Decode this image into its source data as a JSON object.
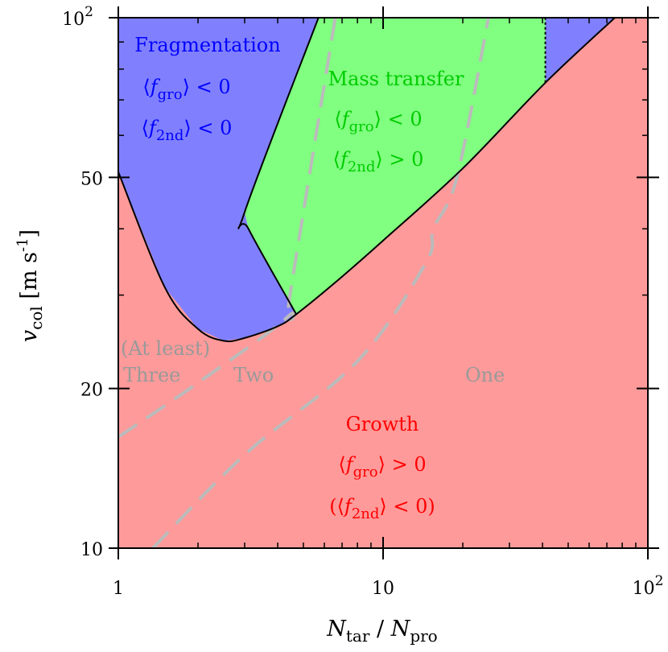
{
  "chart_data": {
    "type": "area",
    "xlabel": {
      "main": "N",
      "sub1": "tar",
      "sep": " / ",
      "main2": "N",
      "sub2": "pro"
    },
    "ylabel": {
      "main": "v",
      "sub": "col",
      "unit": " [m s",
      "exp": "-1",
      "close": "]"
    },
    "x_scale": "log",
    "y_scale": "log",
    "xlim": [
      1,
      100
    ],
    "ylim": [
      10,
      100
    ],
    "x_ticks": [
      {
        "value": 1,
        "label": "1"
      },
      {
        "value": 10,
        "label": "10"
      },
      {
        "value": 100,
        "label": "10",
        "exp": "2"
      }
    ],
    "y_ticks": [
      {
        "value": 10,
        "label": "10"
      },
      {
        "value": 20,
        "label": "20"
      },
      {
        "value": 50,
        "label": "50"
      },
      {
        "value": 100,
        "label": "10",
        "exp": "2"
      }
    ],
    "colors": {
      "growth": "#ff9a9a",
      "fragmentation": "#8080ff",
      "mass_transfer": "#80ff80",
      "dash": "#bbbbbb",
      "growth_text": "#ff0000",
      "frag_text": "#0000ff",
      "mt_text": "#00cc00",
      "count_text": "#999999"
    },
    "regions": [
      {
        "id": "fragmentation",
        "labels": [
          "Fragmentation",
          "⟨fgro⟩ < 0",
          "⟨f2nd⟩ < 0"
        ],
        "boundary": [
          [
            1,
            100
          ],
          [
            1,
            51.2
          ],
          [
            1.5,
            31
          ],
          [
            2,
            25.9
          ],
          [
            2.5,
            24.6
          ],
          [
            3,
            24.9
          ],
          [
            4,
            26.2
          ],
          [
            4.7,
            27.6
          ],
          [
            3.1,
            40
          ],
          [
            3,
            43
          ],
          [
            5.7,
            100
          ]
        ]
      },
      {
        "id": "fragmentation_upper_right",
        "boundary": [
          [
            41,
            100
          ],
          [
            41,
            75.4
          ],
          [
            75,
            100
          ]
        ]
      },
      {
        "id": "mass_transfer",
        "labels": [
          "Mass transfer",
          "⟨fgro⟩ < 0",
          "⟨f2nd⟩ > 0"
        ],
        "boundary": [
          [
            4.7,
            27.6
          ],
          [
            3.1,
            40
          ],
          [
            3,
            43
          ],
          [
            5.7,
            100
          ],
          [
            41,
            100
          ],
          [
            41,
            75.4
          ],
          [
            20,
            52
          ],
          [
            10,
            38
          ],
          [
            7,
            32.5
          ]
        ]
      },
      {
        "id": "growth",
        "labels": [
          "Growth",
          "⟨fgro⟩ > 0",
          "(⟨f2nd⟩ < 0)"
        ]
      }
    ],
    "boundary_line": [
      [
        1,
        51.2
      ],
      [
        1.5,
        31
      ],
      [
        2,
        25.9
      ],
      [
        2.5,
        24.6
      ],
      [
        3,
        24.9
      ],
      [
        4,
        26.2
      ],
      [
        4.7,
        27.6
      ],
      [
        7,
        32.5
      ],
      [
        10,
        38
      ],
      [
        20,
        52
      ],
      [
        41,
        75.4
      ],
      [
        75,
        100
      ]
    ],
    "frag_mt_line": [
      [
        4.7,
        27.6
      ],
      [
        3.1,
        40
      ],
      [
        3,
        43
      ],
      [
        5.7,
        100
      ]
    ],
    "dotted_line": [
      [
        41,
        75.4
      ],
      [
        41,
        100
      ]
    ],
    "dashed_curves": [
      {
        "points": [
          [
            1,
            16.2
          ],
          [
            2,
            20.5
          ],
          [
            4.4,
            27.4
          ],
          [
            4.45,
            30
          ],
          [
            6.6,
            100
          ]
        ]
      },
      {
        "points": [
          [
            1.35,
            10
          ],
          [
            3,
            15
          ],
          [
            8,
            22.5
          ],
          [
            14.5,
            34.5
          ],
          [
            15.5,
            40
          ],
          [
            19,
            50
          ],
          [
            25,
            100
          ]
        ]
      }
    ],
    "count_labels": [
      "(At least)",
      "Three",
      "Two",
      "One"
    ],
    "math_labels": {
      "f_gro_lt": {
        "open": "⟨",
        "var": "f",
        "sub": "gro",
        "close": "⟩",
        "op": " < 0"
      },
      "f_2nd_lt": {
        "open": "⟨",
        "var": "f",
        "sub": "2nd",
        "close": "⟩",
        "op": " < 0"
      },
      "f_gro_lt_mt": {
        "open": "⟨",
        "var": "f",
        "sub": "gro",
        "close": "⟩",
        "op": " < 0"
      },
      "f_2nd_gt": {
        "open": "⟨",
        "var": "f",
        "sub": "2nd",
        "close": "⟩",
        "op": " > 0"
      },
      "f_gro_gt": {
        "open": "⟨",
        "var": "f",
        "sub": "gro",
        "close": "⟩",
        "op": " > 0"
      },
      "f_2nd_paren": {
        "pre": "(",
        "open": "⟨",
        "var": "f",
        "sub": "2nd",
        "close": "⟩",
        "op": " < 0)"
      }
    },
    "grid": false,
    "legend": "none"
  }
}
